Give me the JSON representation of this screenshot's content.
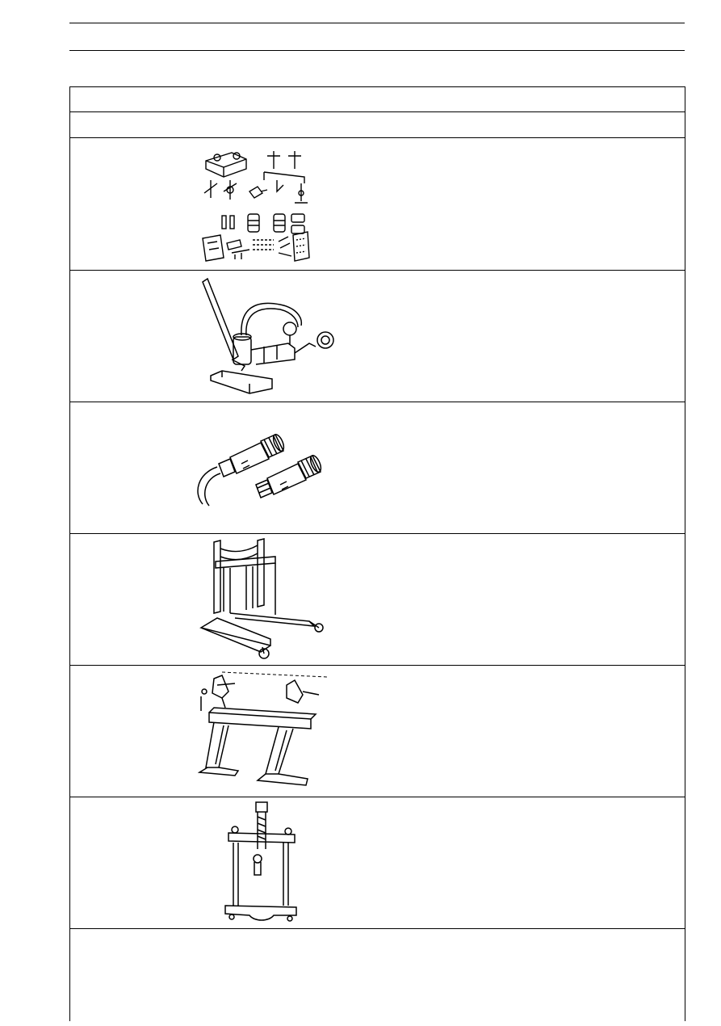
{
  "page": {
    "header_lines": 2,
    "table": {
      "header_rows": 2,
      "tool_rows": [
        {
          "illustration": "tool-kit-set-illustration"
        },
        {
          "illustration": "hydraulic-hand-pump-illustration"
        },
        {
          "illustration": "hose-couplings-illustration"
        },
        {
          "illustration": "engine-stand-illustration"
        },
        {
          "illustration": "overhaul-stand-illustration"
        },
        {
          "illustration": "puller-tool-illustration"
        }
      ]
    }
  }
}
